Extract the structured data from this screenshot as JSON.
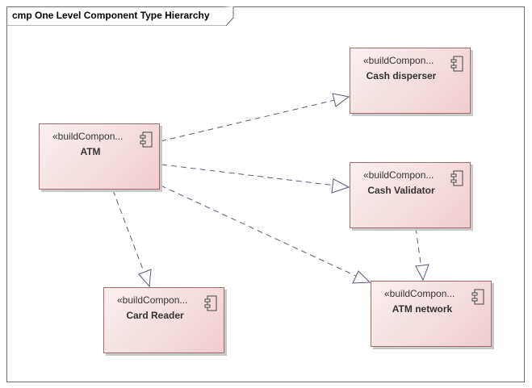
{
  "diagram": {
    "title": "cmp One Level Component Type Hierarchy"
  },
  "components": {
    "atm": {
      "stereotype": "«buildCompon...",
      "name": "ATM"
    },
    "cash_disperser": {
      "stereotype": "«buildCompon...",
      "name": "Cash disperser"
    },
    "cash_validator": {
      "stereotype": "«buildCompon...",
      "name": "Cash Validator"
    },
    "card_reader": {
      "stereotype": "«buildCompon...",
      "name": "Card Reader"
    },
    "atm_network": {
      "stereotype": "«buildCompon...",
      "name": "ATM network"
    }
  },
  "edges": [
    {
      "from": "atm",
      "to": "cash_disperser",
      "type": "dependency"
    },
    {
      "from": "atm",
      "to": "cash_validator",
      "type": "dependency"
    },
    {
      "from": "atm",
      "to": "card_reader",
      "type": "dependency"
    },
    {
      "from": "atm",
      "to": "atm_network",
      "type": "dependency"
    },
    {
      "from": "cash_validator",
      "to": "atm_network",
      "type": "dependency"
    }
  ],
  "colors": {
    "node_fill_light": "#fbf0f0",
    "node_fill_dark": "#f1cdd0",
    "node_border": "#a36b6b",
    "edge": "#5a5a78"
  },
  "icons": {
    "component": "component-icon"
  }
}
